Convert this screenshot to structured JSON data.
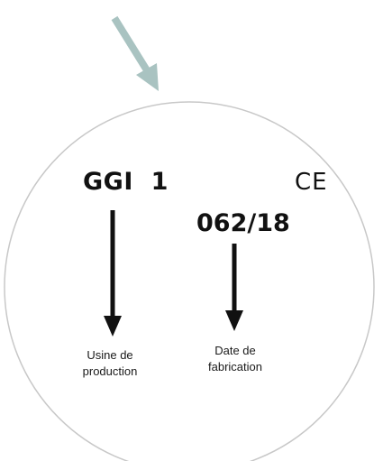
{
  "marking": {
    "plant_code": "GGI  1",
    "ce_mark": "CE",
    "date_code": "062/18"
  },
  "captions": {
    "plant_line1": "Usine de",
    "plant_line2": "production",
    "date_line1": "Date de",
    "date_line2": "fabrication"
  },
  "colors": {
    "pointer_arrow": "#a9c3c1",
    "circle_outline": "#c8c8c8",
    "arrows": "#111111",
    "text": "#111111"
  }
}
